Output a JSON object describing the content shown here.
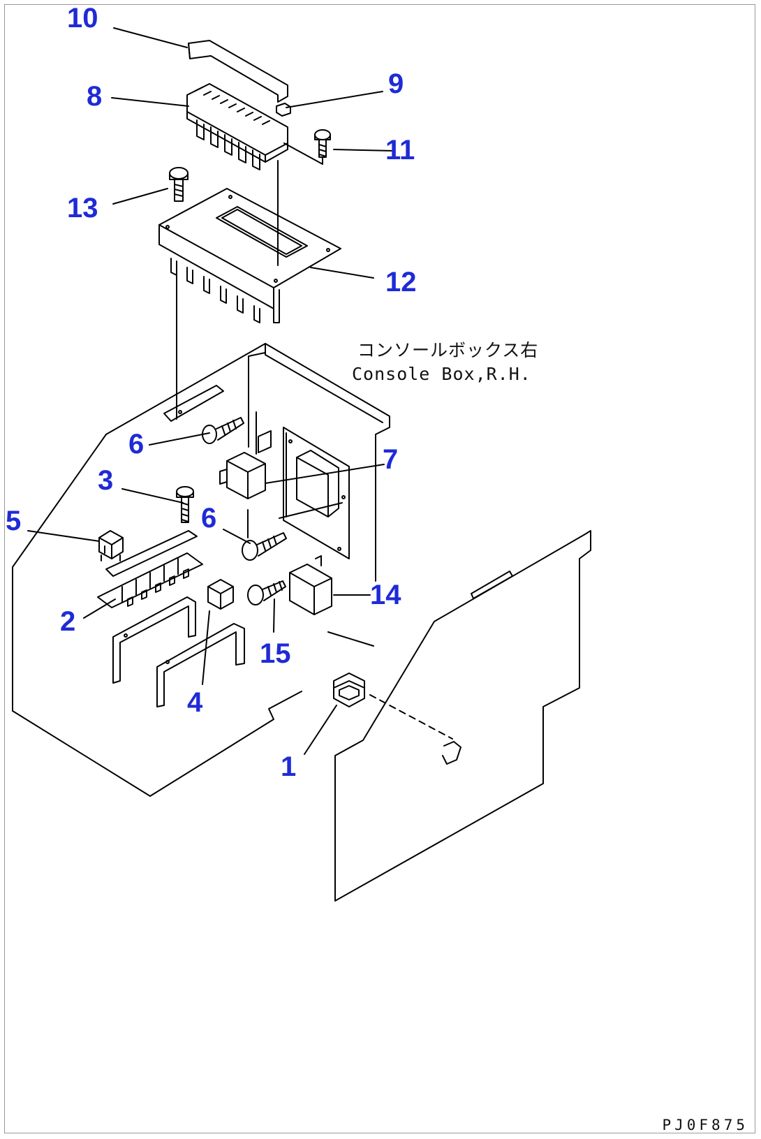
{
  "drawing_code": "PJ0F875",
  "caption": {
    "japanese": "コンソールボックス右",
    "english": "Console Box,R.H."
  },
  "part_numbers": {
    "p1": "1",
    "p2": "2",
    "p3": "3",
    "p4": "4",
    "p5": "5",
    "p6a": "6",
    "p6b": "6",
    "p7": "7",
    "p8": "8",
    "p9": "9",
    "p10": "10",
    "p11": "11",
    "p12": "12",
    "p13": "13",
    "p14": "14",
    "p15": "15"
  },
  "colors": {
    "label": "#1f2bd6",
    "line": "#000000"
  }
}
